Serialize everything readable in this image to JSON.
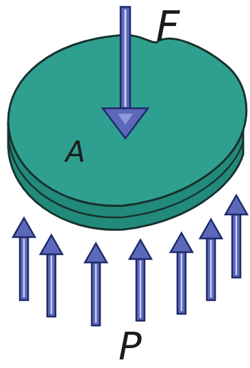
{
  "diagram": {
    "labels": [
      "F",
      "A",
      "P"
    ]
  }
}
